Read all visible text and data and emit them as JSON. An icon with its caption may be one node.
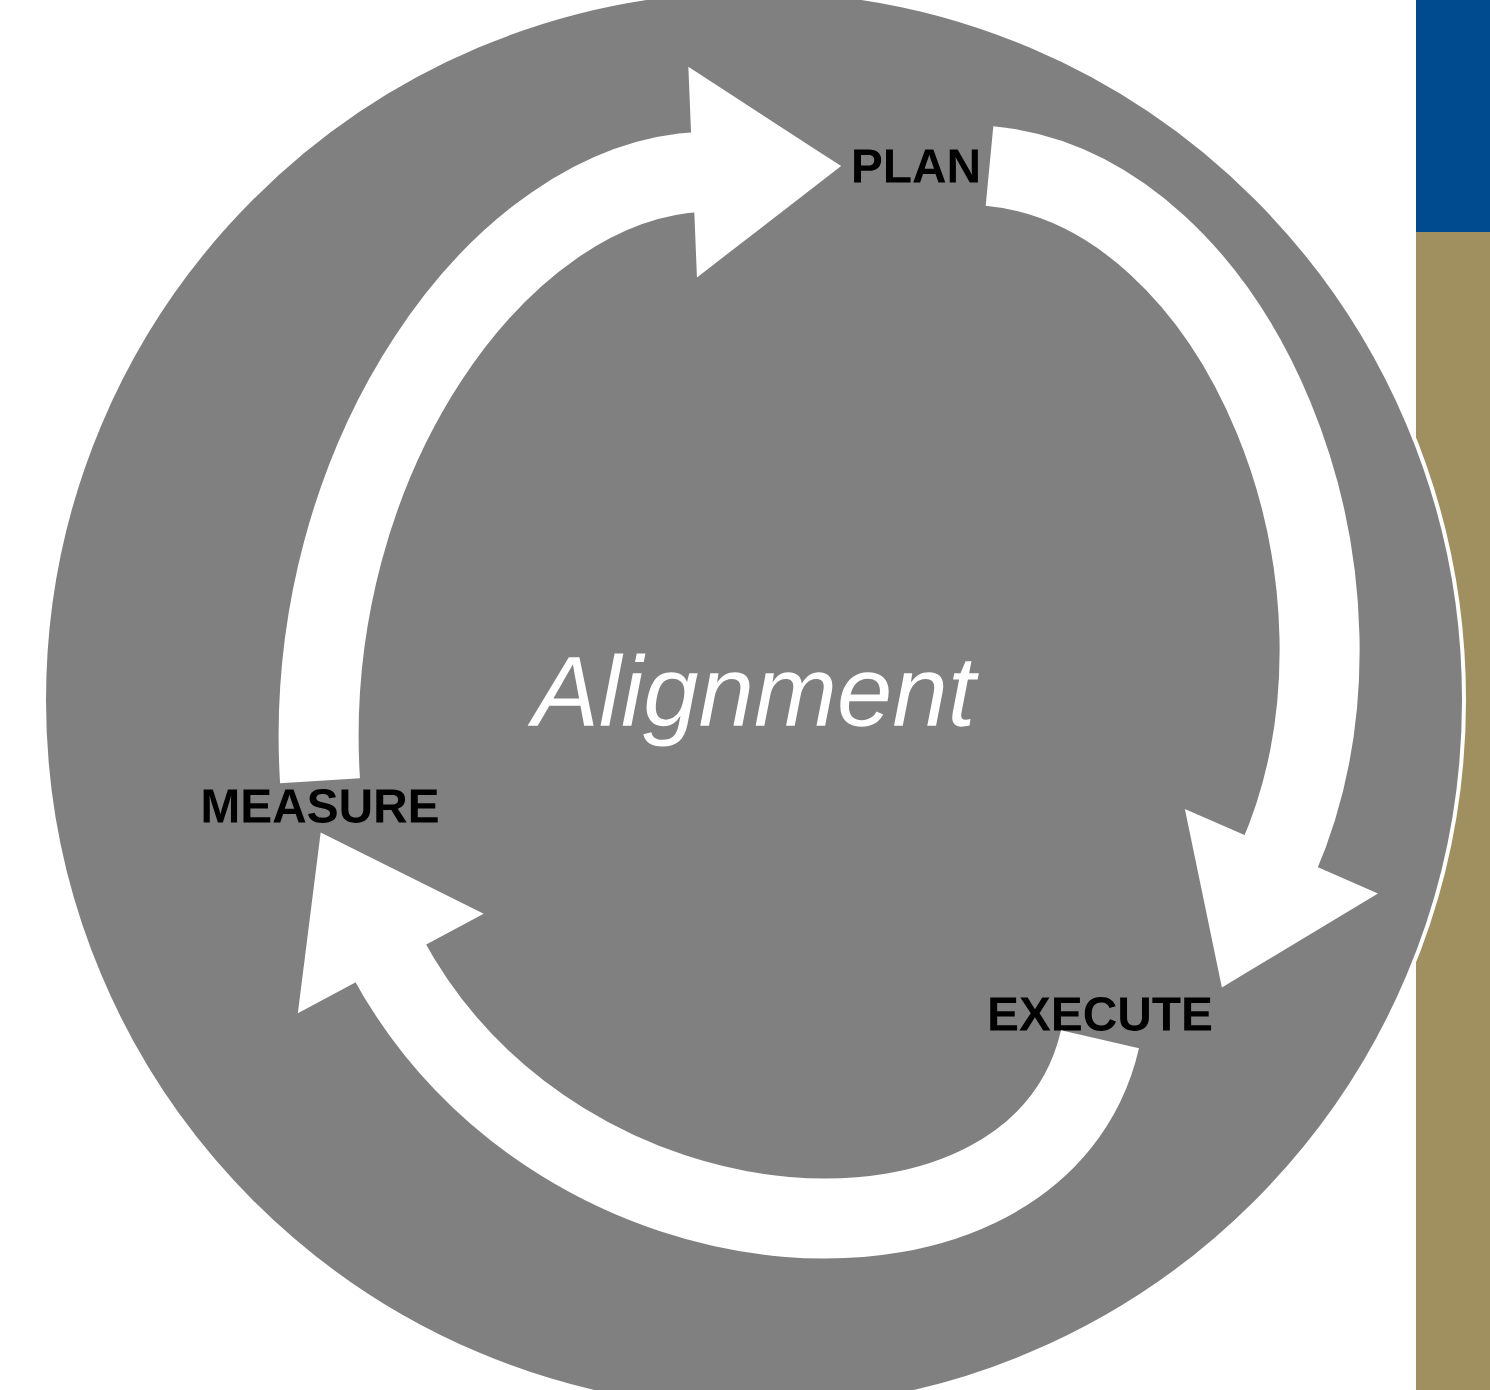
{
  "diagram": {
    "nodes": [
      {
        "text": [
          "Alignment"
        ]
      },
      {
        "text": [
          "PLAN"
        ],
        "in": 0
      },
      {
        "text": [
          "EXECUTE"
        ],
        "in": 0
      },
      {
        "text": [
          "MEASURE"
        ],
        "in": 0
      }
    ],
    "edges": [
      {
        "from": 3,
        "to": 1,
        "arrow": "to"
      },
      {
        "from": 1,
        "to": 2,
        "arrow": "to"
      },
      {
        "from": 2,
        "to": 3,
        "arrow": "to"
      }
    ]
  }
}
